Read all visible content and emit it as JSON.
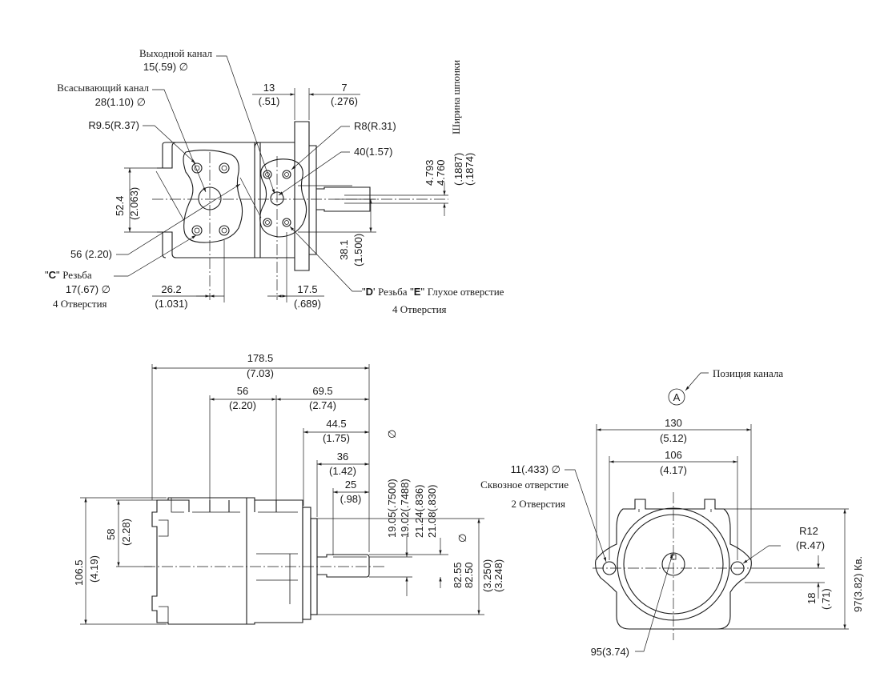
{
  "top_view": {
    "outlet_channel": "Выходной канал",
    "outlet_size": "15(.59) ∅",
    "suction_channel": "Всасывающий канал",
    "suction_size": "28(1.10) ∅",
    "r_left": "R9.5(R.37)",
    "r_right": "R8(R.31)",
    "d_40": "40(1.57)",
    "d_13": "13",
    "d_13_in": "(.51)",
    "d_7": "7",
    "d_7_in": "(.276)",
    "key_width": "Ширина шпонки",
    "key_mm_1": "4.793",
    "key_mm_2": "4.760",
    "key_in_1": "(.1887)",
    "key_in_2": "(.1874)",
    "d_52_4": "52.4",
    "d_52_4_in": "(2.063)",
    "d_38_1": "38.1",
    "d_38_1_in": "(1.500)",
    "d_56": "56 (2.20)",
    "c_letter": "C",
    "c_thread": "Резьба",
    "c_size": "17(.67) ∅",
    "c_holes": "4 Отверстия",
    "d_26_2": "26.2",
    "d_26_2_in": "(1.031)",
    "d_17_5": "17.5",
    "d_17_5_in": "(.689)",
    "d_letter": "D",
    "d_thread": "Резьба",
    "e_letter": "E",
    "e_blind": "Глухое отверстие",
    "de_holes": "4 Отверстия"
  },
  "side_view": {
    "d_178_5": "178.5",
    "d_178_5_in": "(7.03)",
    "d_56": "56",
    "d_56_in": "(2.20)",
    "d_69_5": "69.5",
    "d_69_5_in": "(2.74)",
    "d_44_5": "44.5",
    "d_44_5_in": "(1.75)",
    "d_36": "36",
    "d_36_in": "(1.42)",
    "d_25": "25",
    "d_25_in": "(.98)",
    "shaft_dia_sym": "∅",
    "shaft_mm": "19.05(.7500)",
    "shaft_in": "19.02(.7488)",
    "key_1": "21.24(.836)",
    "key_2": "21.08(.830)",
    "pilot_sym": "∅",
    "pilot_mm_1": "82.55",
    "pilot_mm_2": "82.50",
    "pilot_in_1": "(3.250)",
    "pilot_in_2": "(3.248)",
    "h_106_5": "106.5",
    "h_106_5_in": "(4.19)",
    "h_58": "58",
    "h_58_in": "(2.28)"
  },
  "front_view": {
    "position_label": "Позиция канала",
    "position_letter": "A",
    "w_130": "130",
    "w_130_in": "(5.12)",
    "w_106": "106",
    "w_106_in": "(4.17)",
    "hole_size": "11(.433) ∅",
    "through_hole": "Сквозное отверстие",
    "hole_count": "2  Отверстия",
    "r12": "R12",
    "r12_in": "(R.47)",
    "d_18": "18",
    "d_18_in": "(.71)",
    "sq_97": "97(3.82) Кв.",
    "d_95": "95(3.74)"
  }
}
